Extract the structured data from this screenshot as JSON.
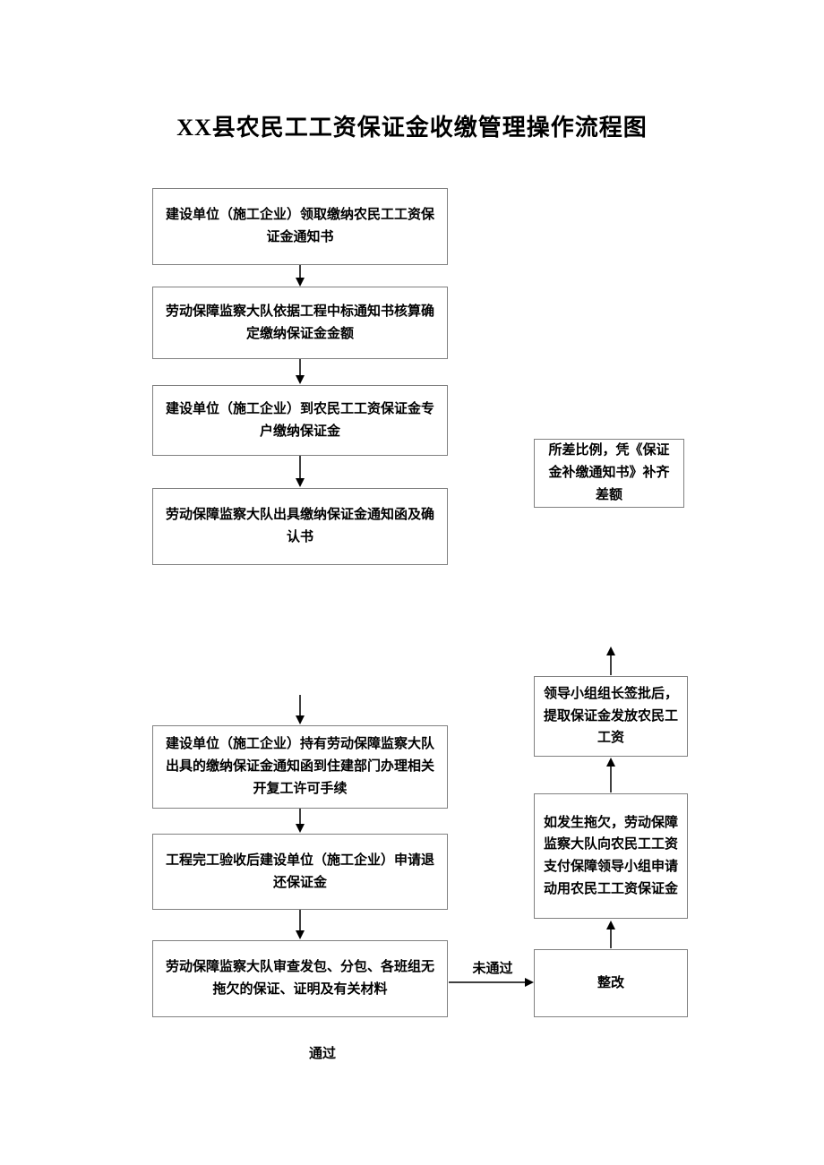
{
  "page": {
    "title": "XX县农民工工资保证金收缴管理操作流程图"
  },
  "flowchart": {
    "main_nodes": [
      {
        "id": "n1",
        "label": "建设单位（施工企业）领取缴纳农民工工资保证金通知书"
      },
      {
        "id": "n2",
        "label": "劳动保障监察大队依据工程中标通知书核算确定缴纳保证金金额"
      },
      {
        "id": "n3",
        "label": "建设单位（施工企业）到农民工工资保证金专户缴纳保证金"
      },
      {
        "id": "n4",
        "label": "劳动保障监察大队出具缴纳保证金通知函及确认书"
      },
      {
        "id": "n5",
        "label": "建设单位（施工企业）持有劳动保障监察大队出具的缴纳保证金通知函到住建部门办理相关开复工许可手续"
      },
      {
        "id": "n6",
        "label": "工程完工验收后建设单位（施工企业）申请退还保证金"
      },
      {
        "id": "n7",
        "label": "劳动保障监察大队审查发包、分包、各班组无拖欠的保证、证明及有关材料"
      }
    ],
    "side_node": {
      "label": "所差比例，凭《保证金补缴通知书》补齐差额"
    },
    "right_nodes": [
      {
        "id": "r1",
        "label": "领导小组组长签批后，提取保证金发放农民工工资"
      },
      {
        "id": "r2",
        "label": "如发生拖欠，劳动保障监察大队向农民工工资支付保障领导小组申请动用农民工工资保证金"
      },
      {
        "id": "r3",
        "label": "整改"
      }
    ],
    "edge_labels": {
      "fail": "未通过",
      "pass": "通过"
    },
    "colors": {
      "box_border": "#808080",
      "arrow": "#000000",
      "text": "#000000",
      "background": "#ffffff"
    }
  }
}
